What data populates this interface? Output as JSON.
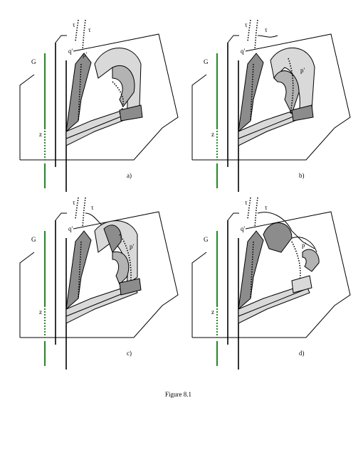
{
  "panels": [
    {
      "panel_label": "a)",
      "label_tau_left": "τ",
      "label_tau_right": "τ",
      "label_q": "q'",
      "label_p": "p'",
      "label_G": "G",
      "label_z": "z"
    },
    {
      "panel_label": "b)",
      "label_tau_left": "τ",
      "label_tau_right": "τ",
      "label_q": "q'",
      "label_p": "p'",
      "label_G": "G",
      "label_z": "z"
    },
    {
      "panel_label": "c)",
      "label_tau_left": "τ",
      "label_tau_right": "τ",
      "label_q": "q'",
      "label_p": "p'",
      "label_G": "G",
      "label_z": "z"
    },
    {
      "panel_label": "d)",
      "label_tau_left": "τ",
      "label_tau_right": "τ",
      "label_q": "q'",
      "label_p": "p'",
      "label_G": "G",
      "label_z": "z"
    }
  ],
  "caption": "Figure 8.1"
}
